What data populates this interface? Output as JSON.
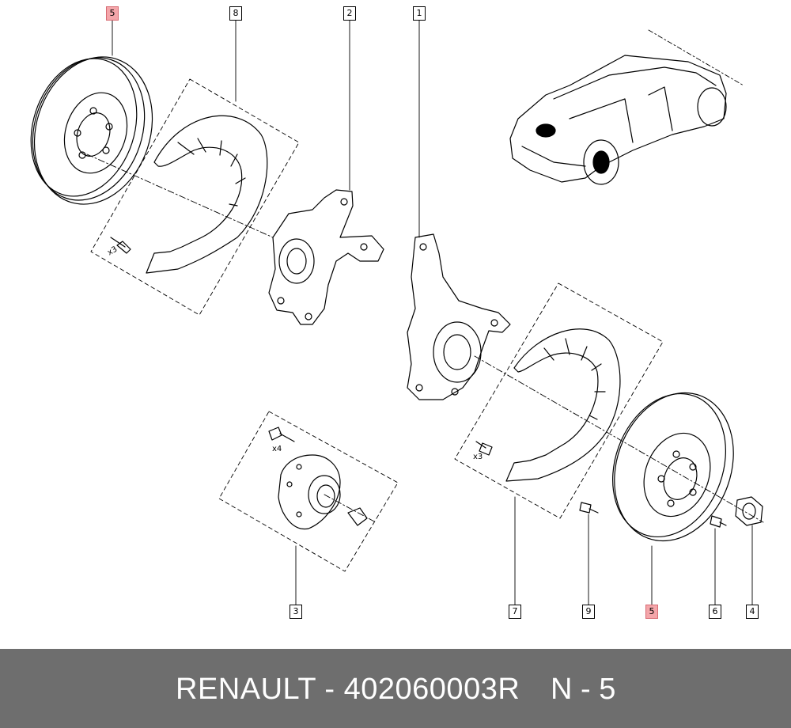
{
  "callouts": {
    "c5a": "5",
    "c8": "8",
    "c2": "2",
    "c1": "1",
    "c3": "3",
    "c7": "7",
    "c9": "9",
    "c5b": "5",
    "c6": "6",
    "c4": "4"
  },
  "quantities": {
    "q_shield_left": "x3",
    "q_hub": "x4",
    "q_shield_right": "x3"
  },
  "footer": {
    "brand_part": "RENAULT - 402060003R",
    "page_label": "N - 5"
  },
  "colors": {
    "highlight": "#f4a6aa",
    "footer_bg": "#6e6e6e",
    "line": "#000000"
  }
}
